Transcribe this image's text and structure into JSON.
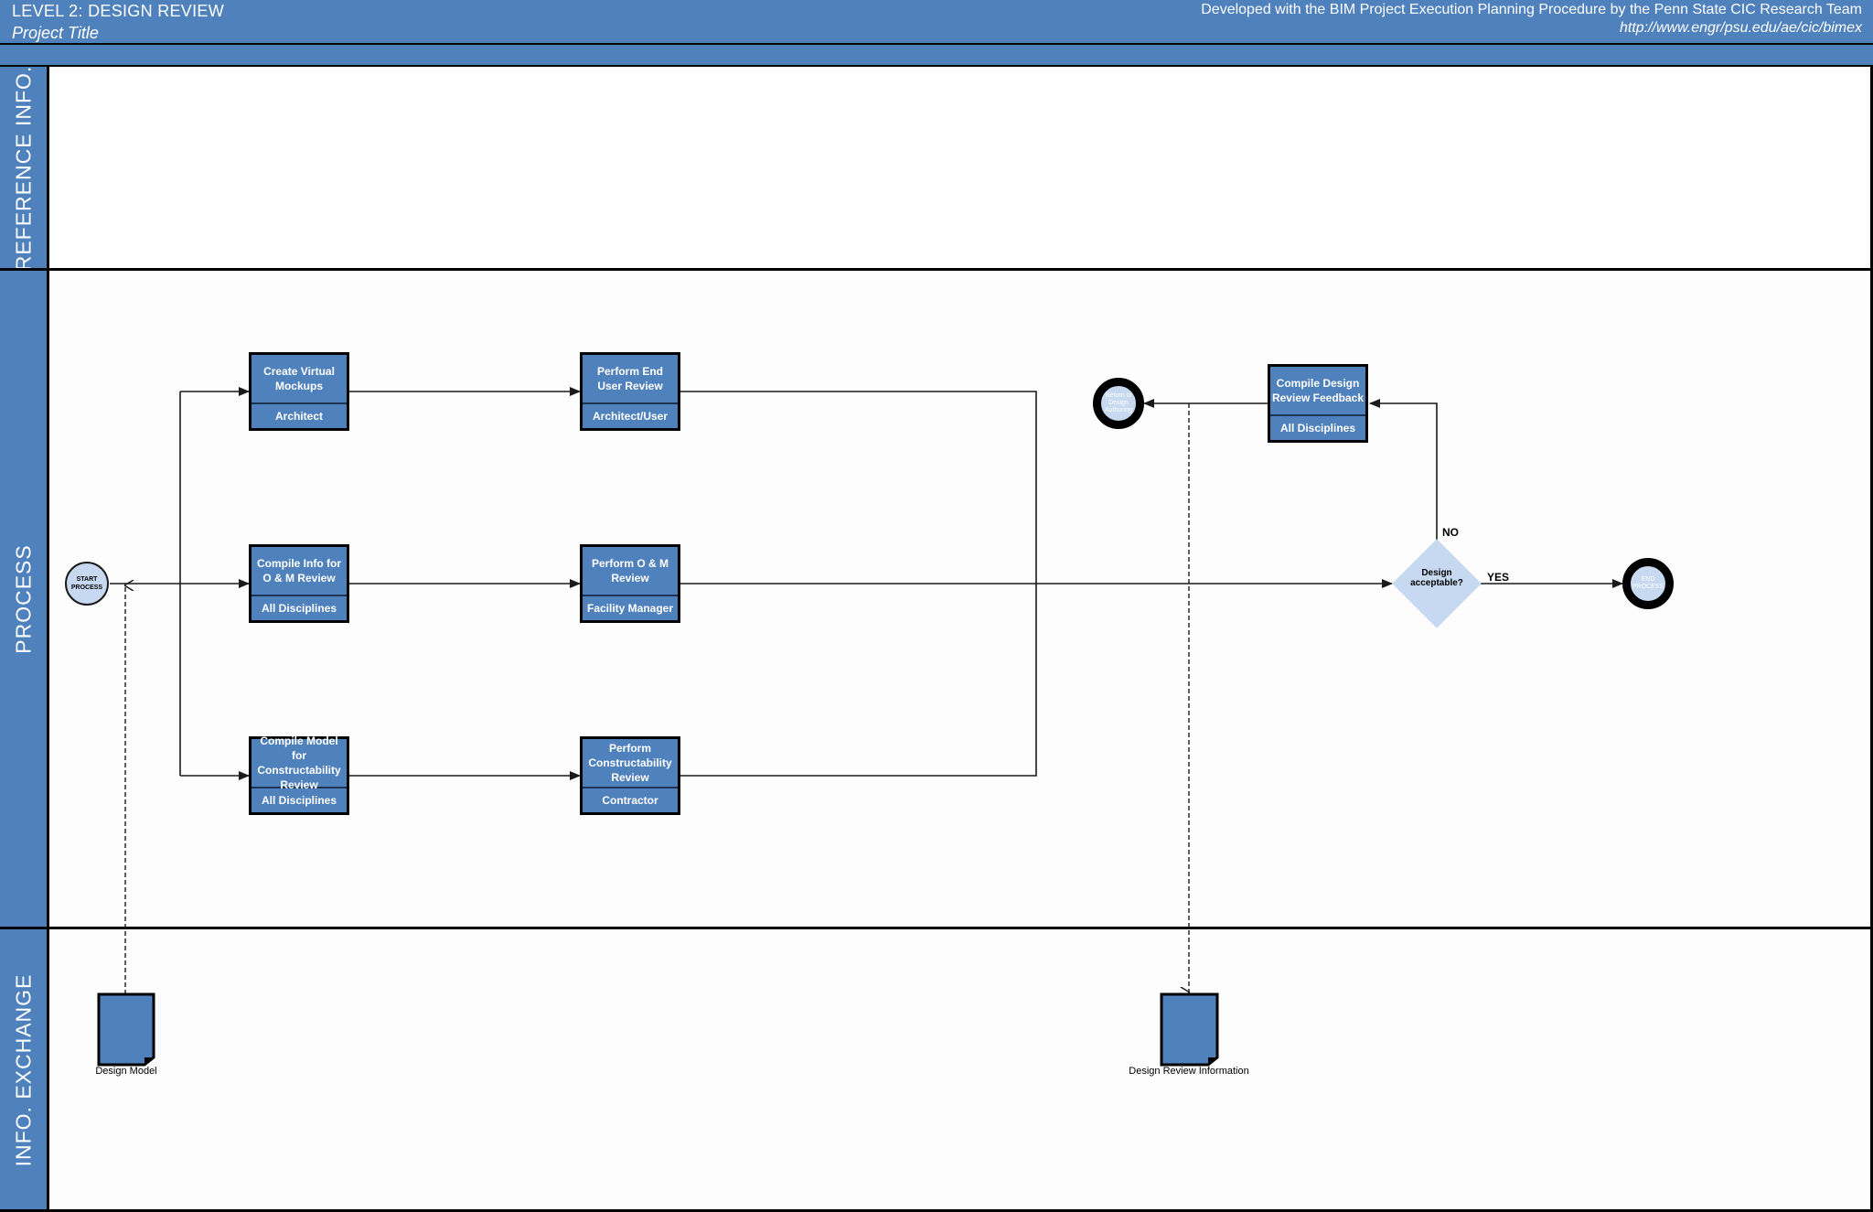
{
  "header": {
    "title": "LEVEL 2:  DESIGN REVIEW",
    "subtitle": "Project Title",
    "developed_by": "Developed with the BIM Project Execution Planning Procedure by the Penn State CIC Research Team",
    "url": "http://www.engr/psu.edu/ae/cic/bimex"
  },
  "lanes": {
    "reference": "REFERENCE INFO.",
    "process": "PROCESS",
    "exchange": "INFO. EXCHANGE"
  },
  "start": {
    "label": "START PROCESS"
  },
  "tasks": [
    {
      "title": "Create Virtual Mockups",
      "role": "Architect"
    },
    {
      "title": "Compile Info for O & M Review",
      "role": "All Disciplines"
    },
    {
      "title": "Compile Model for Constructability Review",
      "role": "All Disciplines"
    },
    {
      "title": "Perform End User Review",
      "role": "Architect/User"
    },
    {
      "title": "Perform O & M Review",
      "role": "Facility Manager"
    },
    {
      "title": "Perform Constructability Review",
      "role": "Contractor"
    },
    {
      "title": "Compile Design Review Feedback",
      "role": "All Disciplines"
    }
  ],
  "decision": {
    "label": "Design acceptable?",
    "no_label": "NO",
    "yes_label": "YES"
  },
  "return_event": {
    "label": "Return to Design Authoring"
  },
  "end": {
    "label": "END PROCESS"
  },
  "documents": [
    {
      "label": "Design Model"
    },
    {
      "label": "Design Review Information"
    }
  ],
  "colors": {
    "header_blue": "#4f81bd",
    "task_fill": "#4f81bd",
    "light_blue": "#c6d9f1",
    "line": "#000000"
  }
}
